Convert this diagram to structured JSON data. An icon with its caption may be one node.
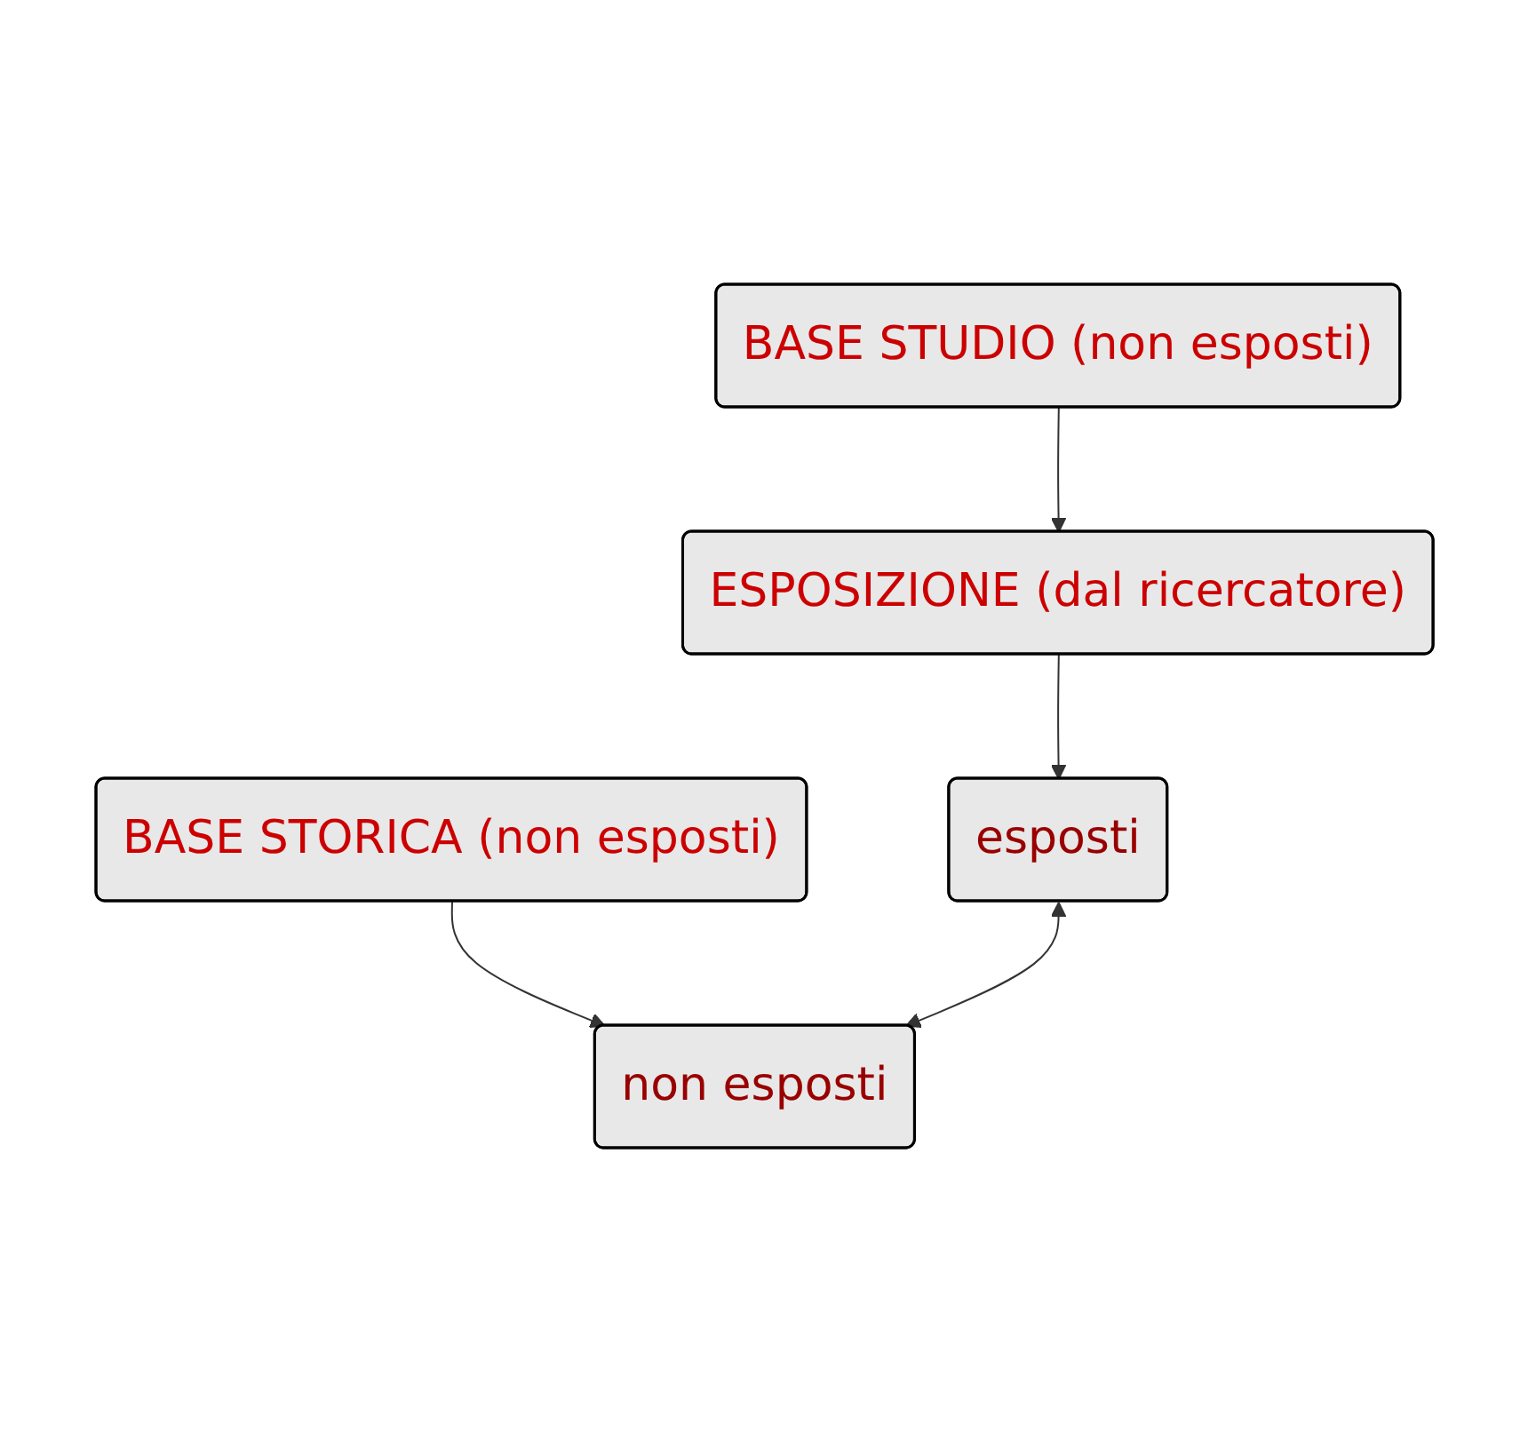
{
  "diagram": {
    "nodes": [
      {
        "text": [
          "BASE STORICA (non esposti)"
        ]
      },
      {
        "text": [
          "non esposti"
        ]
      },
      {
        "text": [
          "BASE STUDIO (non esposti)"
        ]
      },
      {
        "text": [
          "ESPOSIZIONE (dal ricercatore)"
        ]
      },
      {
        "text": [
          "esposti"
        ]
      }
    ],
    "edges": [
      {
        "from": 0,
        "to": 1,
        "arrow": "to"
      },
      {
        "from": 2,
        "to": 3,
        "arrow": "to"
      },
      {
        "from": 3,
        "to": 4,
        "arrow": "to"
      },
      {
        "from": 4,
        "to": 1,
        "arrow": "both"
      }
    ]
  }
}
